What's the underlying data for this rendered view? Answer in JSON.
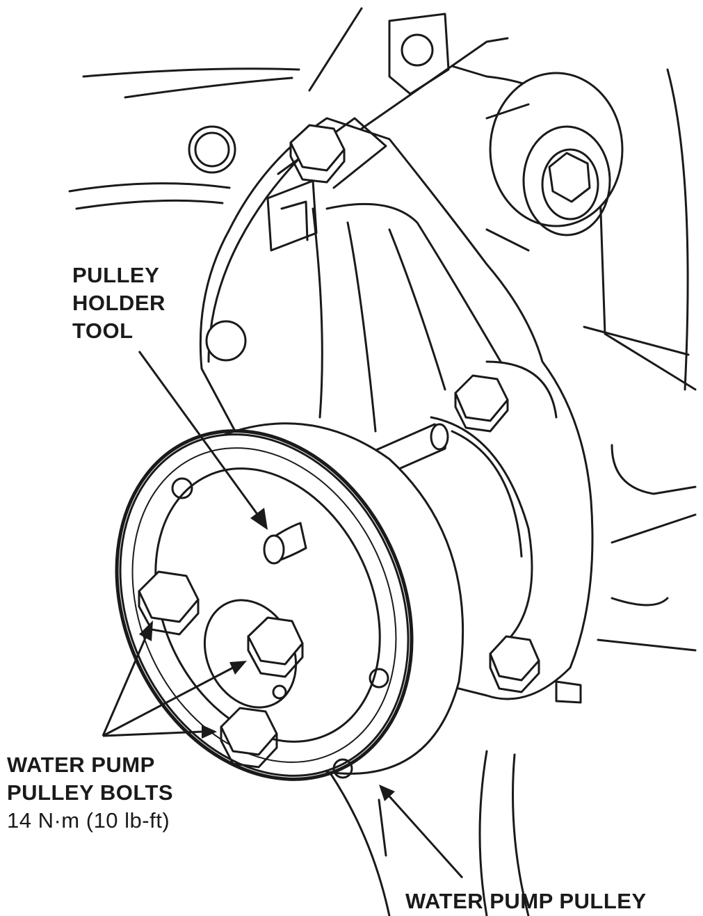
{
  "figure": {
    "labels": {
      "pulley_holder_tool": [
        "PULLEY",
        "HOLDER",
        "TOOL"
      ],
      "bolts": [
        "WATER PUMP",
        "PULLEY BOLTS"
      ],
      "bolts_torque": "14 N·m (10 lb-ft)",
      "pulley": "WATER PUMP PULLEY"
    },
    "ink_color": "#1a1a1a",
    "background_color": "#ffffff"
  }
}
